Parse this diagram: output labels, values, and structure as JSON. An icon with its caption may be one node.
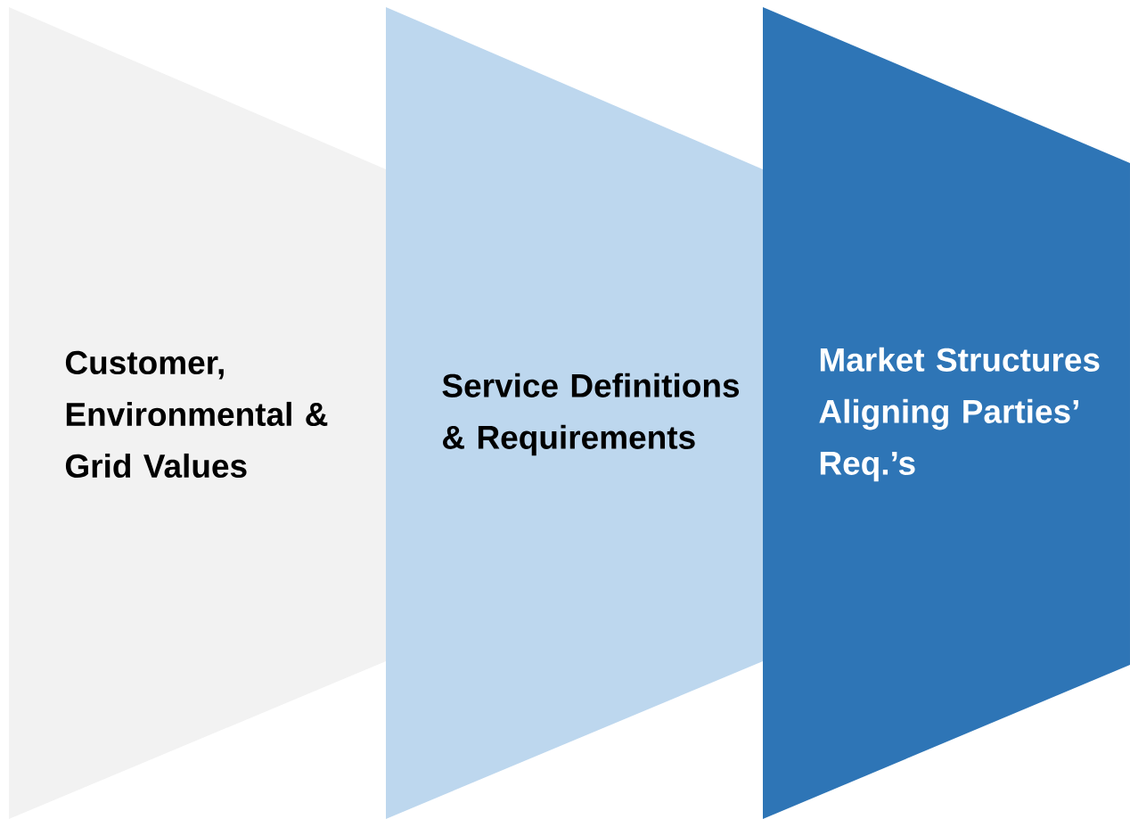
{
  "diagram": {
    "nodes": [
      {
        "text": [
          "Customer, Environmental & Grid Values"
        ]
      },
      {
        "text": [
          "Service Definitions & Requirements"
        ]
      },
      {
        "text": [
          "Market Structures Aligning Parties’ Req.’s"
        ]
      }
    ]
  }
}
